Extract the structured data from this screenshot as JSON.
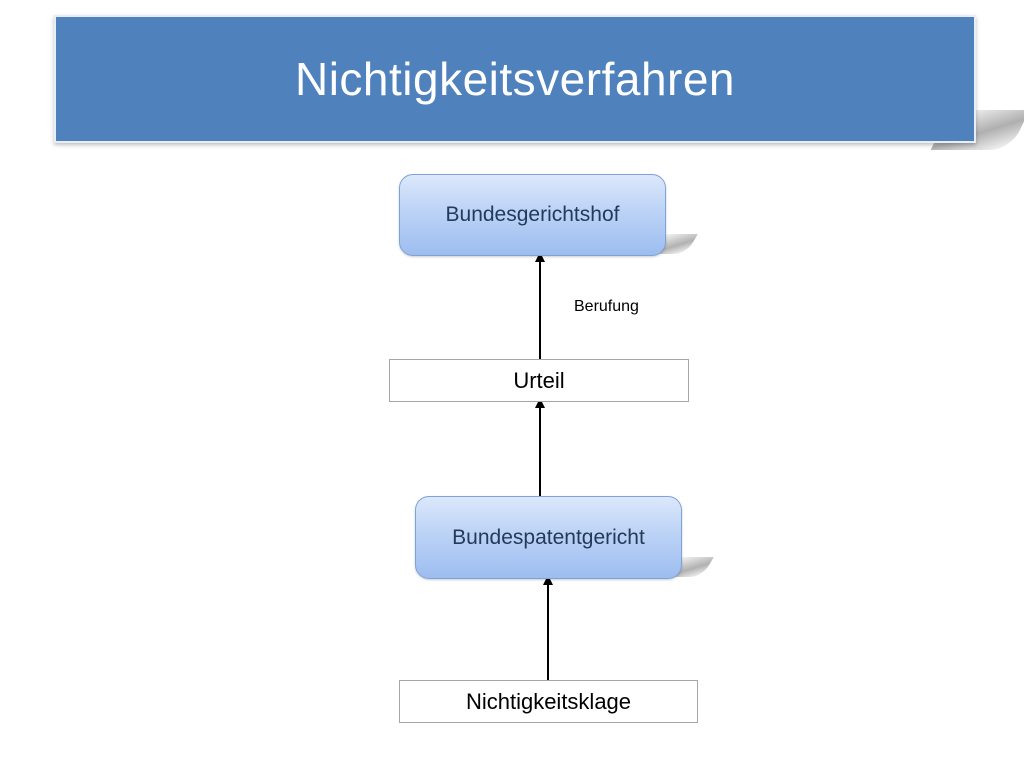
{
  "title": "Nichtigkeitsverfahren",
  "nodes": {
    "bgh": "Bundesgerichtshof",
    "urteil": "Urteil",
    "bpatg": "Bundespatentgericht",
    "klage": "Nichtigkeitsklage"
  },
  "edges": {
    "berufung_label": "Berufung"
  },
  "colors": {
    "title_bg": "#4f81bd",
    "title_text": "#ffffff",
    "court_box_fill": "#bcd3f6",
    "court_box_text": "#243a5a",
    "arrow": "#000000"
  }
}
